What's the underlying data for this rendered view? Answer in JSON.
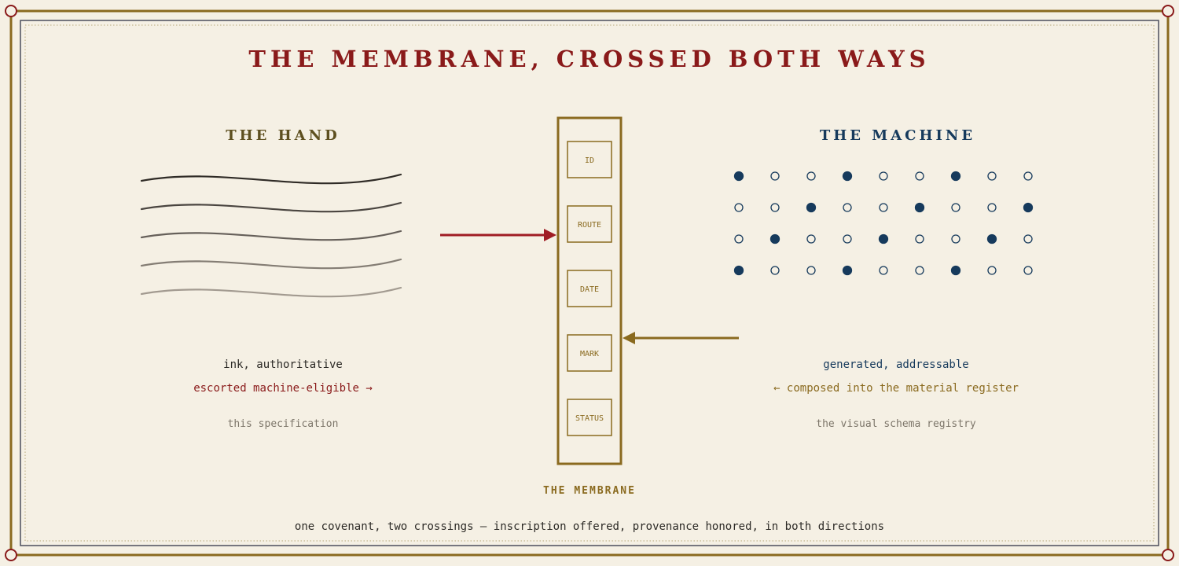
{
  "title": "THE MEMBRANE, CROSSED BOTH WAYS",
  "hand": {
    "heading": "THE HAND",
    "caption_primary": "ink, authoritative",
    "caption_crossing": "escorted machine-eligible →",
    "caption_source": "this specification"
  },
  "machine": {
    "heading": "THE MACHINE",
    "caption_primary": "generated, addressable",
    "caption_crossing": "← composed into the material register",
    "caption_source": "the visual schema registry",
    "dot_grid": [
      [
        1,
        0,
        0,
        1,
        0,
        0,
        1,
        0,
        0
      ],
      [
        0,
        0,
        1,
        0,
        0,
        1,
        0,
        0,
        1
      ],
      [
        0,
        1,
        0,
        0,
        1,
        0,
        0,
        1,
        0
      ],
      [
        1,
        0,
        0,
        1,
        0,
        0,
        1,
        0,
        0
      ]
    ]
  },
  "membrane": {
    "label": "THE MEMBRANE",
    "fields": [
      "ID",
      "ROUTE",
      "DATE",
      "MARK",
      "STATUS"
    ]
  },
  "footer": "one covenant, two crossings — inscription offered, provenance honored, in both directions",
  "colors": {
    "background": "#f5f0e4",
    "gold": "#8a6a1f",
    "crimson": "#8a1a1a",
    "navy": "#163a5c",
    "arrow_red": "#a01c24"
  }
}
